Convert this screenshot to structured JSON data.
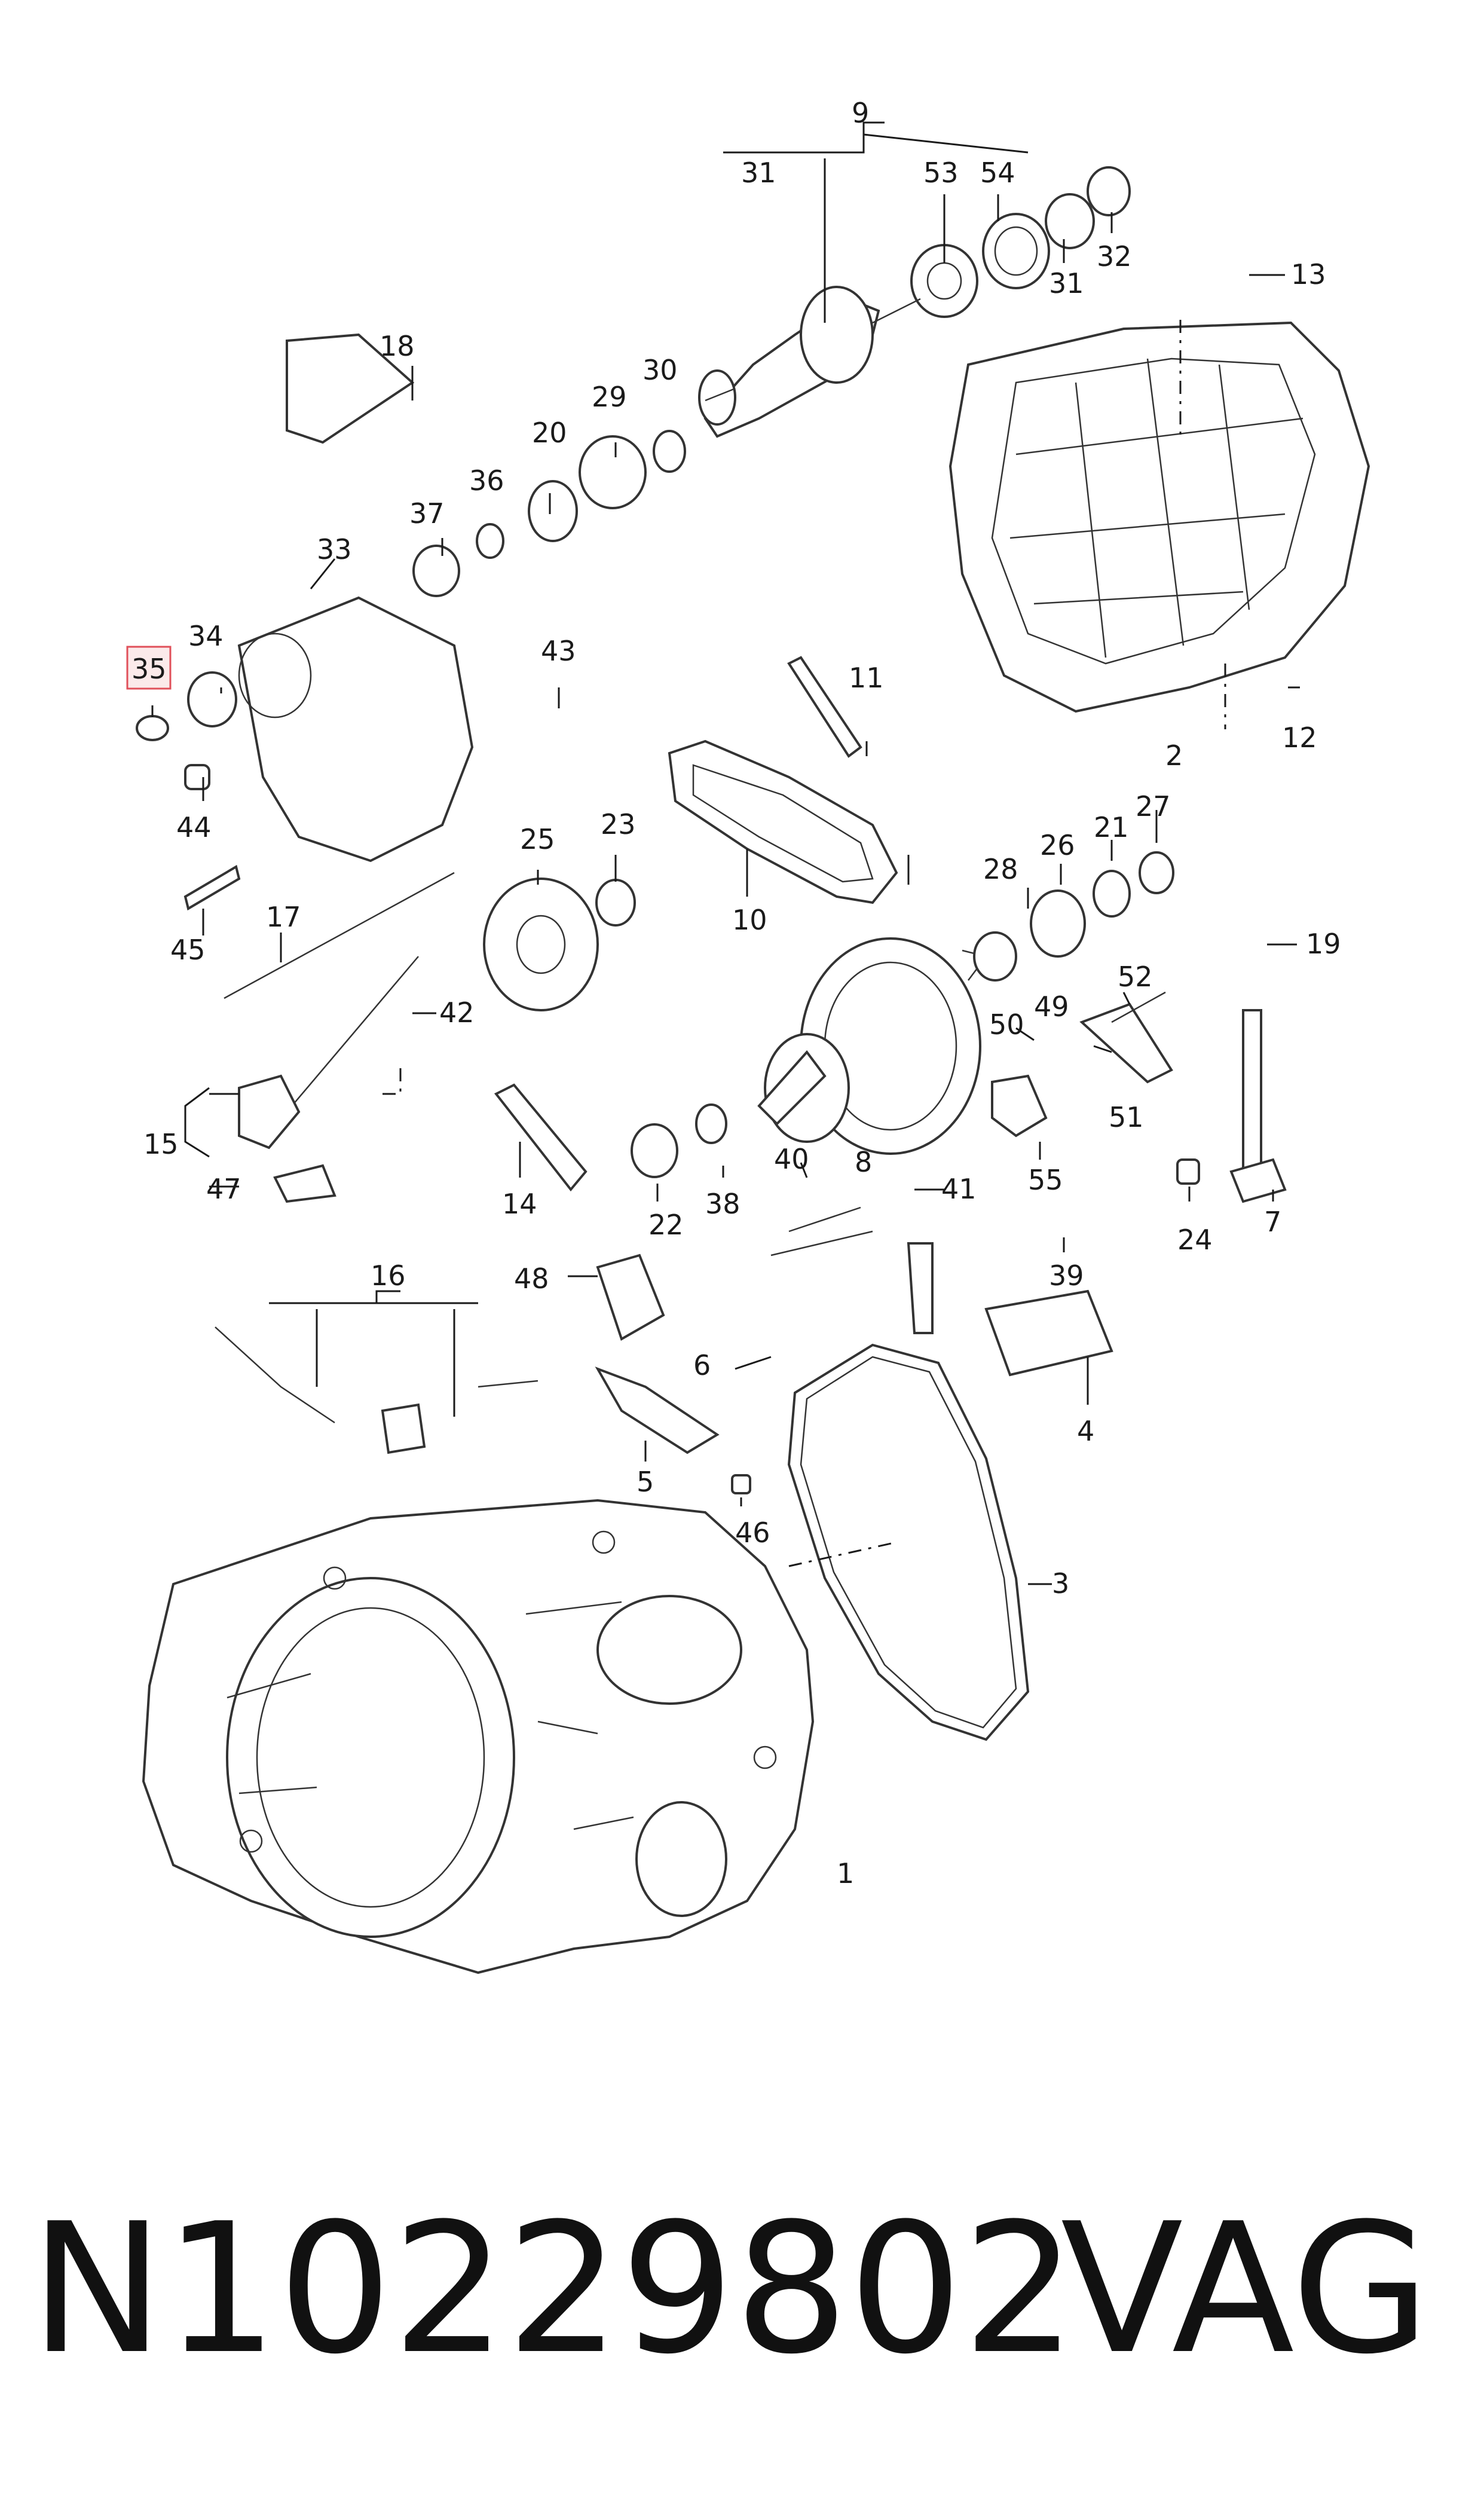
{
  "highlight_color": "#e0505a",
  "highlighted_callout": "35",
  "callouts": {
    "c1": "1",
    "c2": "2",
    "c3": "3",
    "c4": "4",
    "c5": "5",
    "c6": "6",
    "c7": "7",
    "c8": "8",
    "c9": "9",
    "c10": "10",
    "c11": "11",
    "c12": "12",
    "c13": "13",
    "c14": "14",
    "c15": "15",
    "c16": "16",
    "c17": "17",
    "c18": "18",
    "c19": "19",
    "c20": "20",
    "c21": "21",
    "c22": "22",
    "c23": "23",
    "c24": "24",
    "c25": "25",
    "c26": "26",
    "c27": "27",
    "c28": "28",
    "c29": "29",
    "c30": "30",
    "c31a": "31",
    "c31b": "31",
    "c32": "32",
    "c33": "33",
    "c34": "34",
    "c35": "35",
    "c36": "36",
    "c37": "37",
    "c38": "38",
    "c39": "39",
    "c40": "40",
    "c41": "41",
    "c42": "42",
    "c43": "43",
    "c44": "44",
    "c45": "45",
    "c46": "46",
    "c47": "47",
    "c48": "48",
    "c49": "49",
    "c50": "50",
    "c51": "51",
    "c52": "52",
    "c53": "53",
    "c54": "54",
    "c55": "55"
  },
  "footer": {
    "part_number": "N10229802",
    "brand": "VAG"
  }
}
